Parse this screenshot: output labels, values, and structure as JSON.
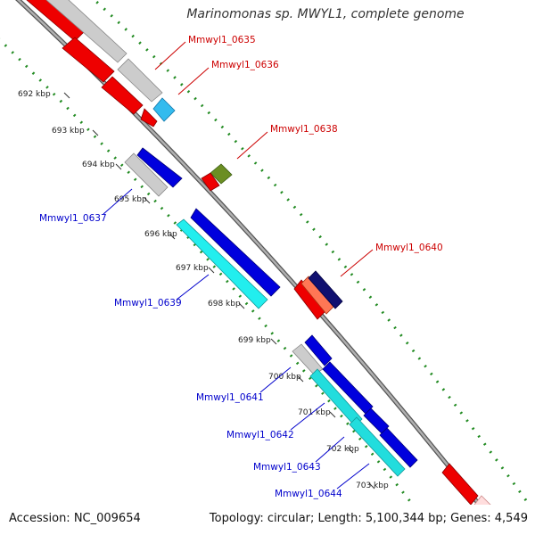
{
  "title": "Marinomonas sp. MWYL1, complete genome",
  "footer": {
    "accession": "Accession: NC_009654",
    "info": "Topology: circular; Length: 5,100,344 bp; Genes: 4,549"
  },
  "colors": {
    "backbone": "#888888",
    "forward_label": "#cc0000",
    "reverse_label": "#0000cc",
    "dots": "#228b22"
  },
  "ticks": [
    {
      "label": "692 kbp"
    },
    {
      "label": "693 kbp"
    },
    {
      "label": "694 kbp"
    },
    {
      "label": "695 kbp"
    },
    {
      "label": "696 kbp"
    },
    {
      "label": "697 kbp"
    },
    {
      "label": "698 kbp"
    },
    {
      "label": "699 kbp"
    },
    {
      "label": "700 kbp"
    },
    {
      "label": "701 kbp"
    },
    {
      "label": "702 kbp"
    },
    {
      "label": "703 kbp"
    }
  ],
  "gene_labels": [
    {
      "name": "Mmwyl1_0635",
      "strand": "forward"
    },
    {
      "name": "Mmwyl1_0636",
      "strand": "forward"
    },
    {
      "name": "Mmwyl1_0638",
      "strand": "forward"
    },
    {
      "name": "Mmwyl1_0640",
      "strand": "forward"
    },
    {
      "name": "Mmwyl1_0637",
      "strand": "reverse"
    },
    {
      "name": "Mmwyl1_0639",
      "strand": "reverse"
    },
    {
      "name": "Mmwyl1_0641",
      "strand": "reverse"
    },
    {
      "name": "Mmwyl1_0642",
      "strand": "reverse"
    },
    {
      "name": "Mmwyl1_0643",
      "strand": "reverse"
    },
    {
      "name": "Mmwyl1_0644",
      "strand": "reverse"
    }
  ]
}
